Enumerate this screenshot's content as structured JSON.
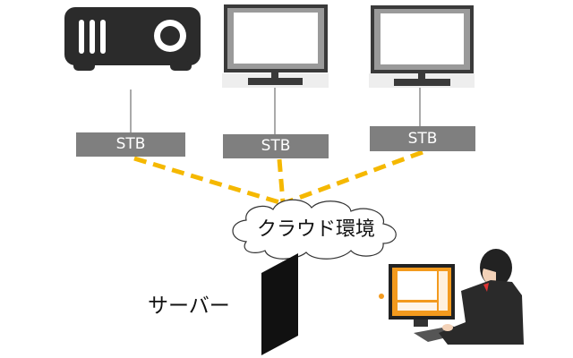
{
  "stb_boxes": [
    {
      "label": "STB"
    },
    {
      "label": "STB"
    },
    {
      "label": "STB"
    }
  ],
  "cloud": {
    "label": "クラウド環境"
  },
  "server": {
    "label": "サーバー"
  },
  "colors": {
    "stb": "#7f7f7f",
    "dash": "#f5b800",
    "device": "#2b2b2b",
    "monitor_bezel": "#9a9a9a",
    "screen_accent": "#f39a1e"
  }
}
